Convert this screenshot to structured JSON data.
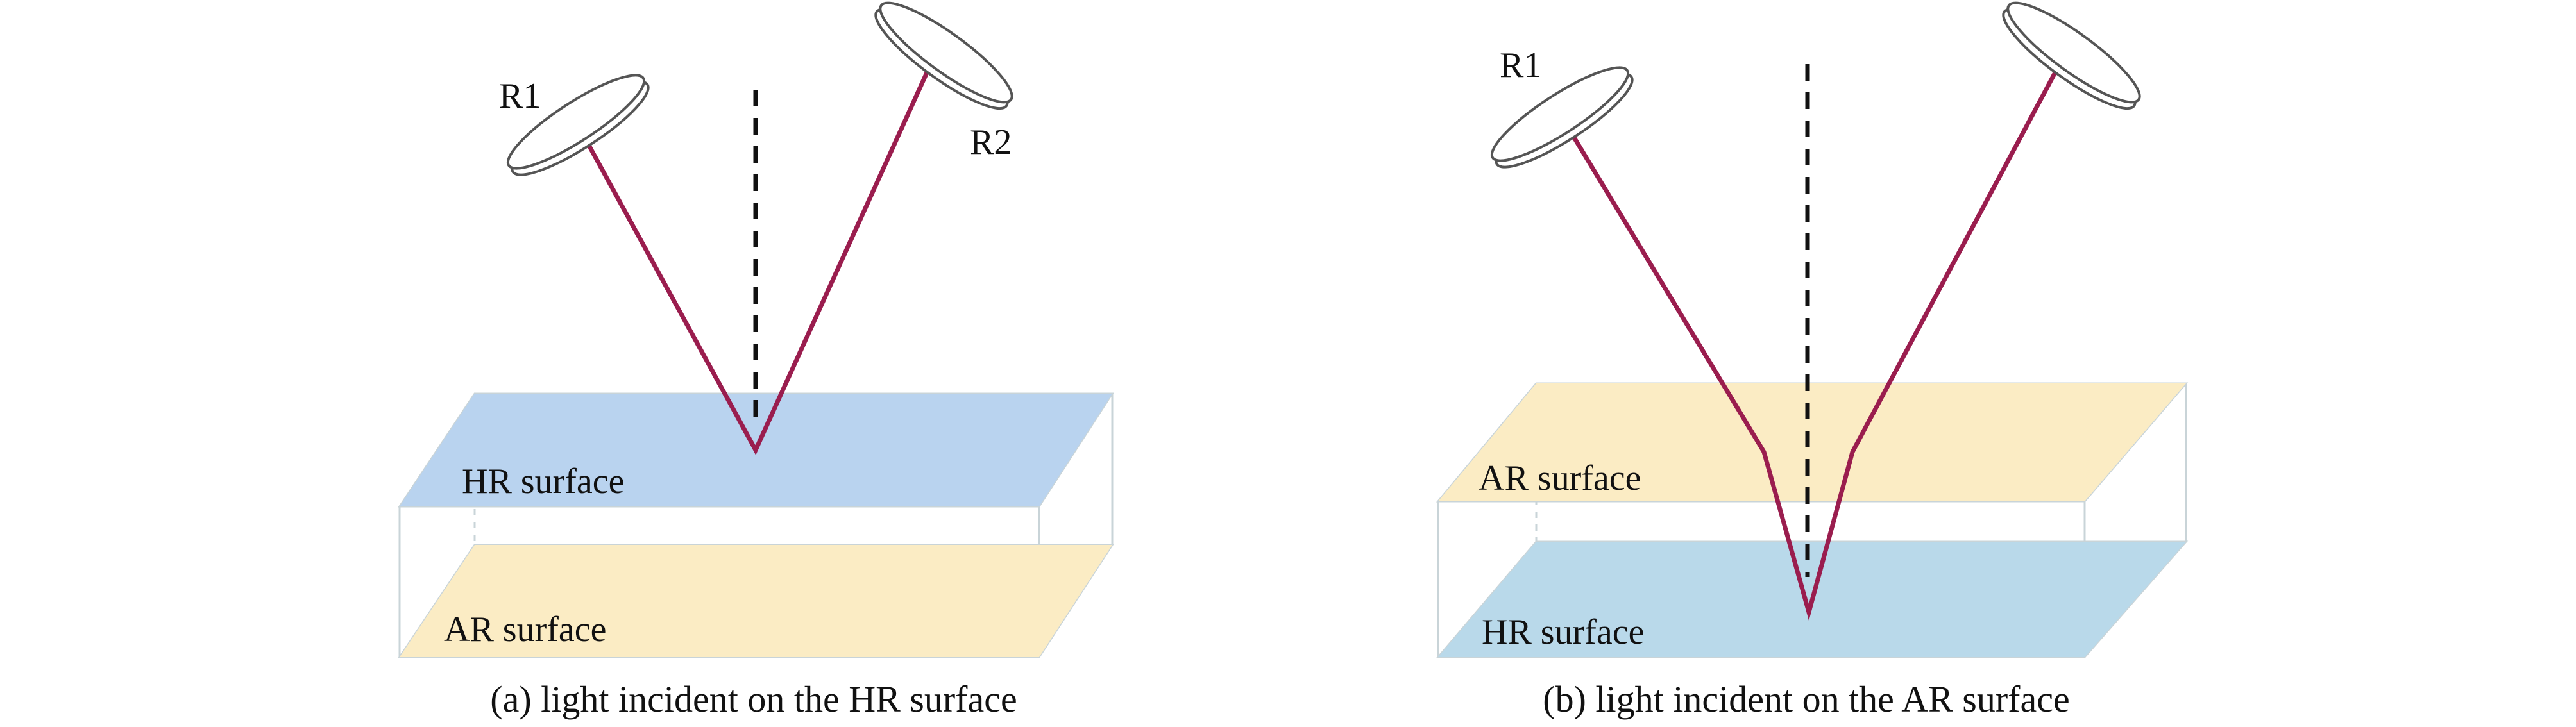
{
  "colors": {
    "hr_surface": "#b9d3ef",
    "ar_surface": "#fbecc4",
    "hr_surface_b": "#b9d9ea",
    "beam": "#9a1d4e"
  },
  "panels": [
    {
      "id": "a",
      "mirror_left_label": "R1",
      "mirror_right_label": "R2",
      "top_surface_label": "HR surface",
      "bottom_surface_label": "AR surface",
      "caption": "(a) light incident on the HR surface"
    },
    {
      "id": "b",
      "mirror_left_label": "R1",
      "top_surface_label": "AR surface",
      "bottom_surface_label": "HR surface",
      "caption": "(b) light incident on the AR surface"
    }
  ]
}
